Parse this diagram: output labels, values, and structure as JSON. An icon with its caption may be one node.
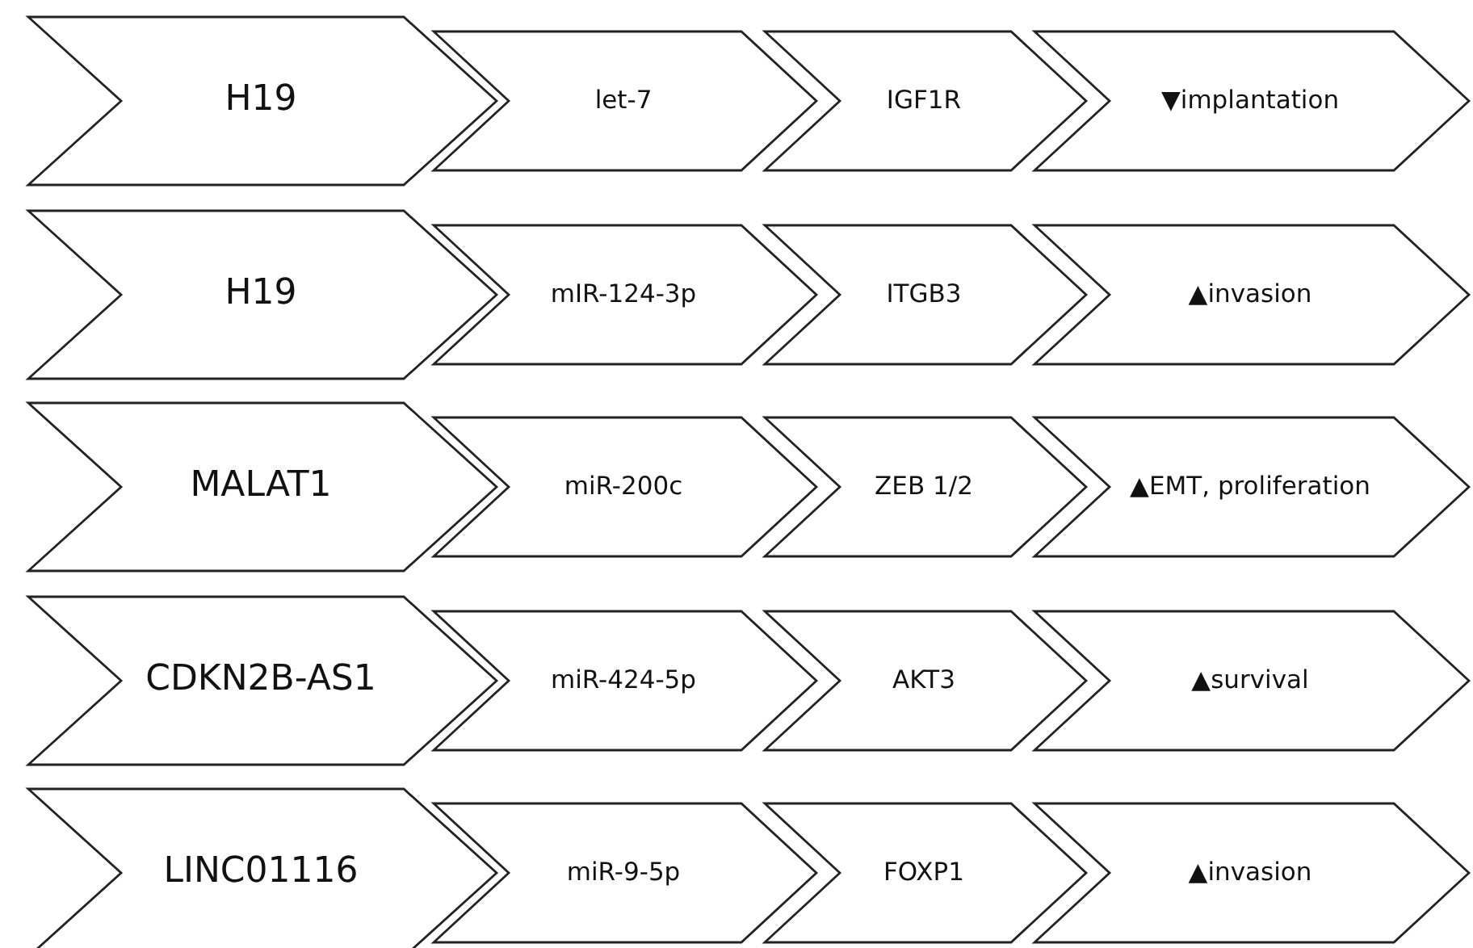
{
  "diagram": {
    "nodes": [
      {
        "text": [
          "H19"
        ]
      },
      {
        "text": [
          "let-7"
        ]
      },
      {
        "text": [
          "IGF1R"
        ]
      },
      {
        "text": [
          "▼implantation"
        ]
      },
      {
        "text": [
          "H19"
        ]
      },
      {
        "text": [
          "mIR-124-3p"
        ]
      },
      {
        "text": [
          "ITGB3"
        ]
      },
      {
        "text": [
          "▲invasion"
        ]
      },
      {
        "text": [
          "MALAT1"
        ]
      },
      {
        "text": [
          "miR-200c"
        ]
      },
      {
        "text": [
          "ZEB 1/2"
        ]
      },
      {
        "text": [
          "▲EMT, proliferation"
        ]
      },
      {
        "text": [
          "CDKN2B-AS1"
        ]
      },
      {
        "text": [
          "miR-424-5p"
        ]
      },
      {
        "text": [
          "AKT3"
        ]
      },
      {
        "text": [
          "▲survival"
        ]
      },
      {
        "text": [
          "LINC01116"
        ]
      },
      {
        "text": [
          "miR-9-5p"
        ]
      },
      {
        "text": [
          "FOXP1"
        ]
      },
      {
        "text": [
          "▲invasion"
        ]
      }
    ]
  }
}
